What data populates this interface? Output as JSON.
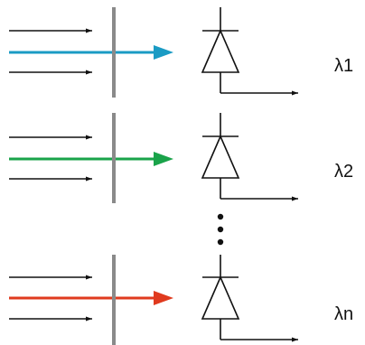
{
  "diagram": {
    "channels": [
      {
        "label": "λ1",
        "beam_color": "#1a9bc4"
      },
      {
        "label": "λ2",
        "beam_color": "#1aa34a"
      },
      {
        "label": "λn",
        "beam_color": "#e03a1e"
      }
    ],
    "colors": {
      "arrow": "#111111",
      "filter": "#8a8a8a",
      "diode": "#111111"
    },
    "ellipsis_icon": "vertical-ellipsis"
  }
}
